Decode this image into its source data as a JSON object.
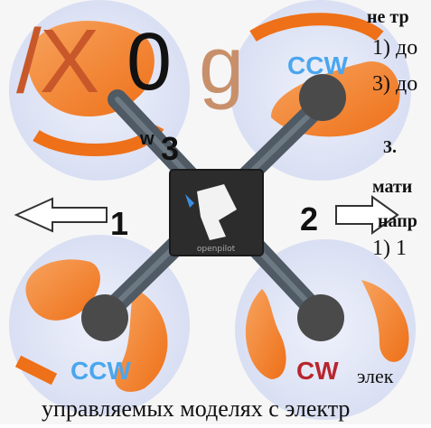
{
  "diagram": {
    "rotor_labels": [
      "CCW",
      "CCW",
      "CW"
    ],
    "motor_numbers": [
      "3",
      "1",
      "2"
    ],
    "hub_label": "openpilot",
    "accent_colors": {
      "rotor_disc": "#dde3f6",
      "blade": "#f07c22",
      "arm": "#5a6670",
      "hub": "#2a2a2a",
      "ccw_text": "#4aa6ee",
      "cw_text": "#b8262e"
    }
  },
  "overlay": {
    "big_slash_x": "/X",
    "big_zero": "0",
    "big_g": "g",
    "small_w": "w"
  },
  "side_text": {
    "line1": "не тр",
    "line2": "1) до",
    "line3": "3) до",
    "line4": "3.",
    "line5": "мати",
    "line6": "напр",
    "line7": "1) 1",
    "line8": "элек"
  },
  "bottom_text": "управляемых моделях с электр"
}
